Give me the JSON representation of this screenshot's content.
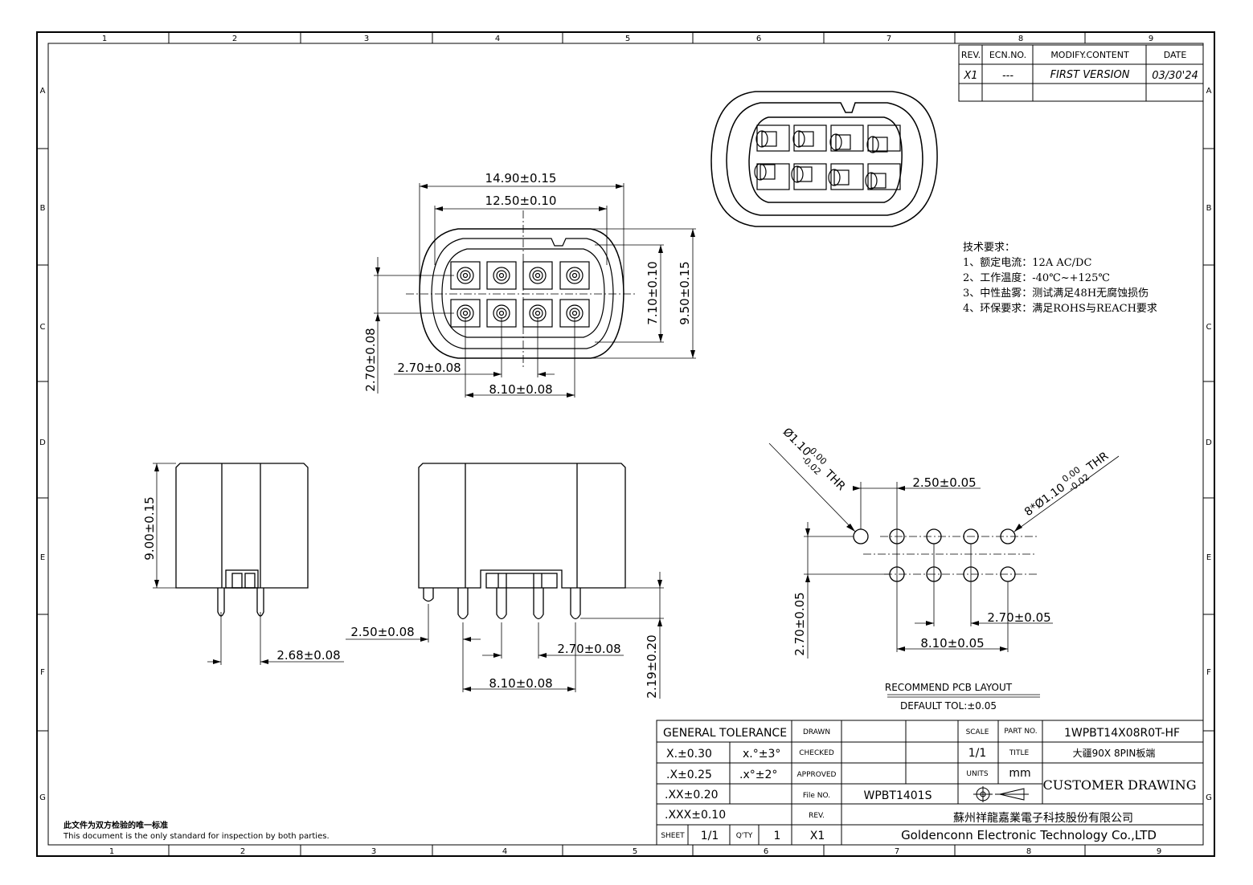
{
  "border": {
    "top_cols": [
      "1",
      "2",
      "3",
      "4",
      "5",
      "6",
      "7",
      "8",
      "9"
    ],
    "bottom_cols": [
      "1",
      "2",
      "3",
      "4",
      "5",
      "6",
      "7",
      "8",
      "9"
    ],
    "rows": [
      "A",
      "B",
      "C",
      "D",
      "E",
      "F",
      "G"
    ]
  },
  "revision_table": {
    "headers": [
      "REV.",
      "ECN.NO.",
      "MODIFY.CONTENT",
      "DATE"
    ],
    "row": [
      "X1",
      "---",
      "FIRST  VERSION",
      "03/30'24"
    ]
  },
  "top_view": {
    "dims": {
      "overall_width": "14.90±0.15",
      "inner_width": "12.50±0.10",
      "inner_height": "7.10±0.10",
      "overall_height": "9.50±0.15",
      "row_pitch": "2.70±0.08",
      "col_pitch": "2.70±0.08",
      "pin_span": "8.10±0.08"
    }
  },
  "tech_requirements": {
    "title": "技术要求：",
    "items": [
      "1、额定电流：12A AC/DC",
      "2、工作温度：-40℃~+125℃",
      "3、中性盐雾：测试满足48H无腐蚀损伤",
      "4、环保要求：满足ROHS与REACH要求"
    ]
  },
  "side_view": {
    "height": "9.00±0.15",
    "pin_offset": "2.68±0.08"
  },
  "front_view": {
    "pin_offset": "2.50±0.08",
    "pin_pitch": "2.70±0.08",
    "pin_span": "8.10±0.08",
    "pin_length": "2.19±0.20"
  },
  "pcb_layout": {
    "hole_callout_left": "Ø1.10",
    "hole_tol_left_upper": "0.00",
    "hole_tol_left_lower": "-0.02",
    "hole_thr_left": "THR",
    "hole_callout_right": "8*Ø1.10",
    "hole_tol_right_upper": "0.00",
    "hole_tol_right_lower": "-0.02",
    "hole_thr_right": "THR",
    "offset": "2.50±0.05",
    "pitch": "2.70±0.05",
    "row_pitch": "2.70±0.05",
    "span": "8.10±0.05",
    "title": "RECOMMEND  PCB  LAYOUT",
    "tolerance": "DEFAULT  TOL:±0.05"
  },
  "title_block": {
    "general_tolerance": "GENERAL  TOLERANCE",
    "tol_x": "X.±0.30",
    "tol_xx": ".X±0.25",
    "tol_xxx": ".XX±0.20",
    "tol_xxxx": ".XXX±0.10",
    "angle_1": "x.°±3°",
    "angle_2": ".x°±2°",
    "drawn_label": "DRAWN",
    "checked_label": "CHECKED",
    "approved_label": "APPROVED",
    "file_label": "File  NO.",
    "file_no": "WPBT1401S",
    "rev_label": "REV.",
    "rev_value": "X1",
    "sheet_label": "SHEET",
    "sheet_value": "1/1",
    "qty_label": "Q'TY",
    "qty_value": "1",
    "scale_label": "SCALE",
    "scale_value": "1/1",
    "units_label": "UNITS",
    "units_value": "mm",
    "part_no_label": "PART  NO.",
    "part_no": "1WPBT14X08R0T-HF",
    "title_label": "TITLE",
    "title_value": "大疆90X  8PIN板端",
    "drawing_type": "CUSTOMER  DRAWING",
    "company_cn": "蘇州祥龍嘉業電子科技股份有限公司",
    "company_en": "Goldenconn  Electronic  Technology  Co.,LTD"
  },
  "footer_note": {
    "cn": "此文件为双方检验的唯一标准",
    "en": "This  document  is  the  only  standard  for  inspection  by  both  parties."
  }
}
